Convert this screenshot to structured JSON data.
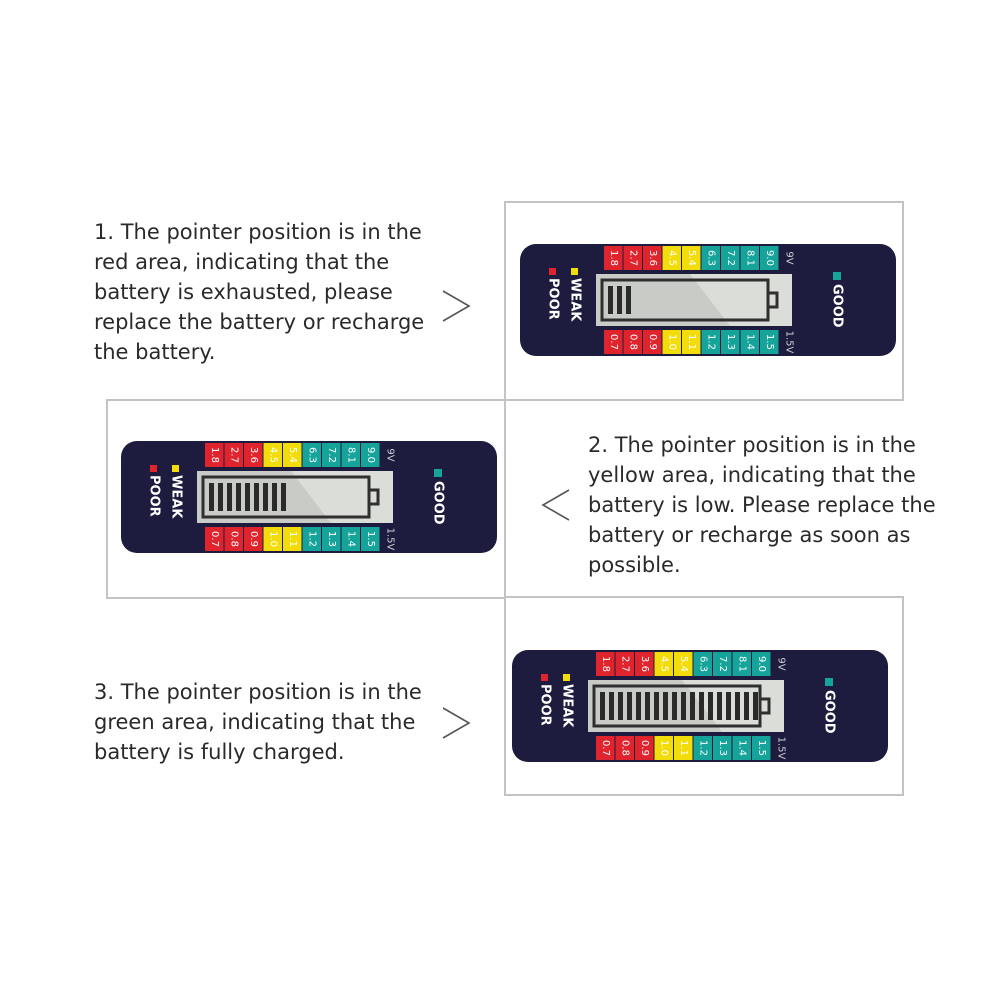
{
  "steps": [
    {
      "lines": [
        "1. The pointer position is in the",
        "red area, indicating that the",
        "battery is exhausted, please",
        "replace the battery or recharge",
        "the battery."
      ],
      "arrow": "chevron-right",
      "fill_bars": 3
    },
    {
      "lines": [
        "2. The pointer position is in the",
        "yellow area, indicating that the",
        "battery is low. Please replace the",
        "battery or recharge as soon as",
        "possible."
      ],
      "arrow": "chevron-left",
      "fill_bars": 9
    },
    {
      "lines": [
        "3. The pointer position is in the",
        "green area, indicating that the",
        "battery is fully charged."
      ],
      "arrow": "chevron-right",
      "fill_bars": 18
    }
  ],
  "device": {
    "good_label": "GOOD",
    "weak_label": "WEAK",
    "poor_label": "POOR",
    "top_row": [
      "1.8",
      "2.7",
      "3.6",
      "4.5",
      "5.4",
      "6.3",
      "7.2",
      "8.1",
      "9.0",
      "9V"
    ],
    "bottom_row": [
      "0.7",
      "0.8",
      "0.9",
      "1.0",
      "1.1",
      "1.2",
      "1.3",
      "1.4",
      "1.5",
      "1.5V"
    ],
    "colors": {
      "body": "#1d1b3e",
      "red": "#e0242e",
      "yellow": "#f2dd0a",
      "green": "#15a39a",
      "lcd": "#c9cbc7"
    }
  }
}
